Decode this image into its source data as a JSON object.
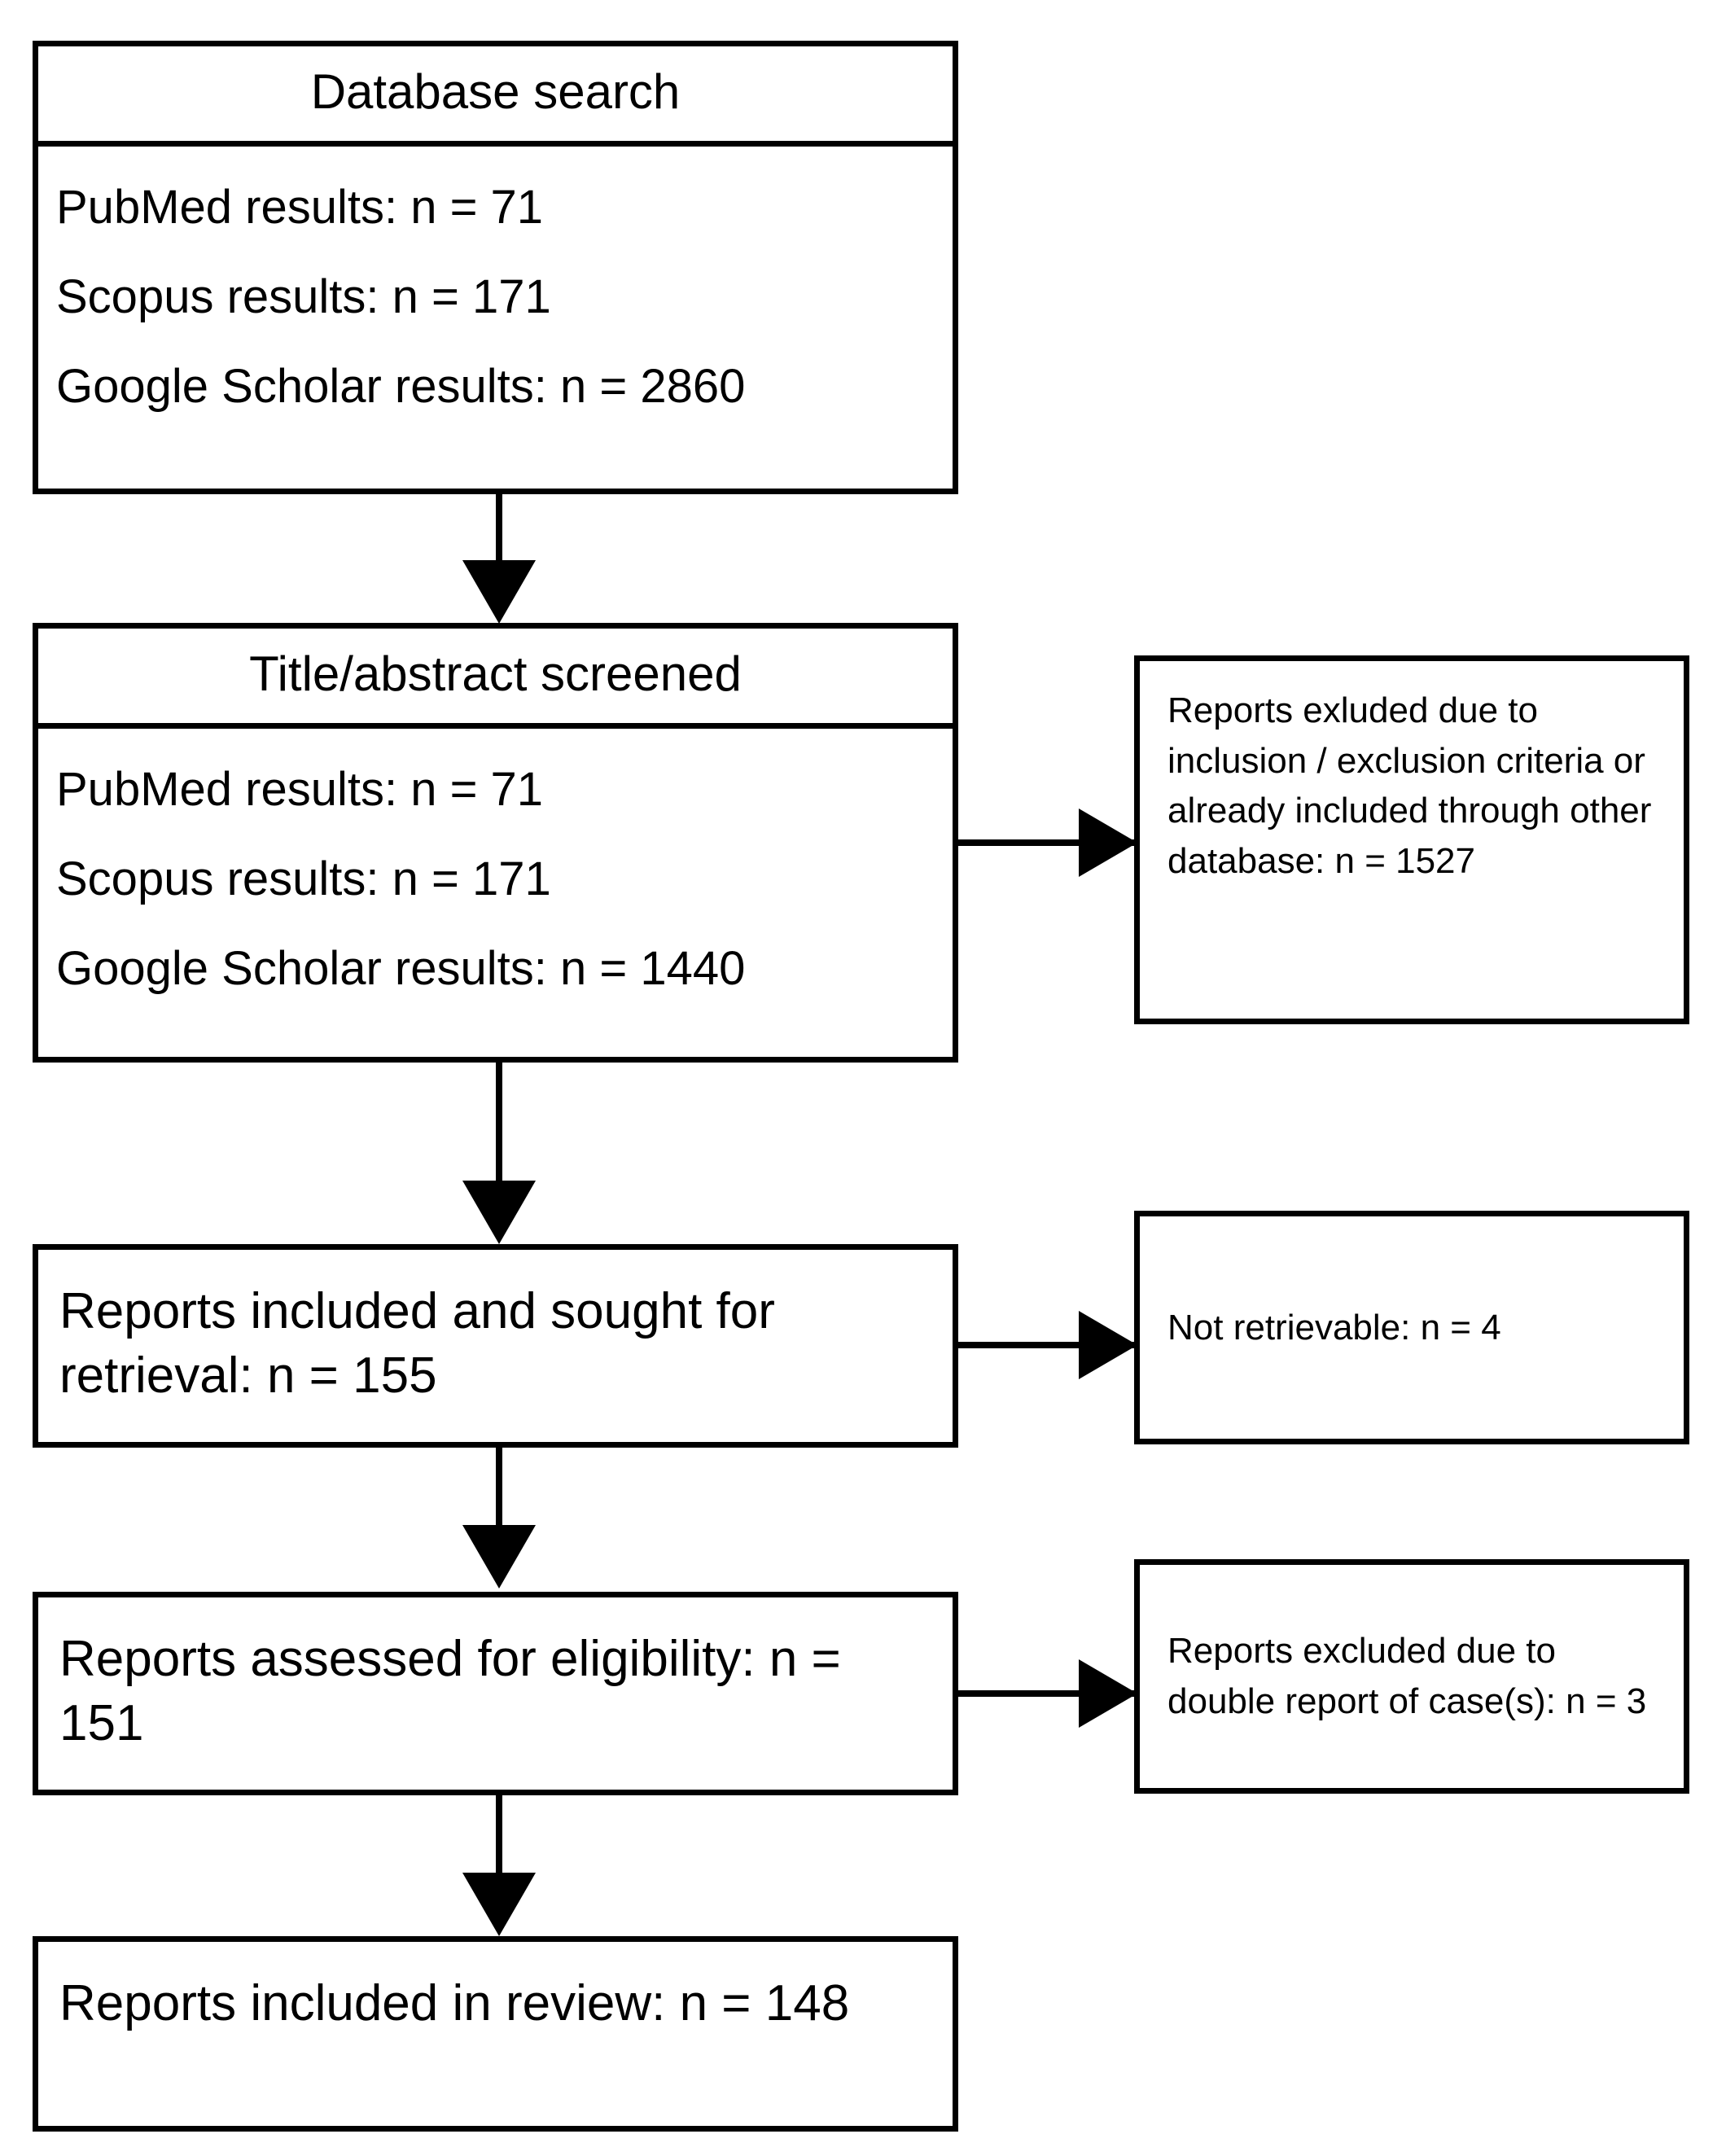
{
  "diagram": {
    "title": "PRISMA study selection flow diagram",
    "type": "flowchart",
    "colors": {
      "stroke": "#000000",
      "background": "#ffffff",
      "text": "#000000"
    }
  },
  "nodes": {
    "database_search": {
      "header": "Database search",
      "lines": [
        "PubMed results: n = 71",
        "Scopus results: n = 171",
        "Google Scholar results: n = 2860"
      ]
    },
    "title_abstract_screened": {
      "header": "Title/abstract screened",
      "lines": [
        "PubMed results: n = 71",
        "Scopus results: n = 171",
        "Google Scholar results: n = 1440"
      ]
    },
    "reports_sought": {
      "text": "Reports included and sought for retrieval: n = 155"
    },
    "reports_assessed": {
      "text": "Reports assessed for eligibility: n = 151"
    },
    "reports_included": {
      "text": "Reports included in review: n = 148"
    },
    "excluded_criteria": {
      "text": "Reports exluded due to inclusion / exclusion criteria or already included through other database:  n = 1527"
    },
    "not_retrievable": {
      "text": "Not retrievable: n = 4"
    },
    "excluded_double_report": {
      "text": "Reports excluded due to double report of case(s): n = 3"
    }
  },
  "chart_data": {
    "type": "flow",
    "title": "PRISMA study selection flow diagram",
    "stages": [
      {
        "id": "database_search",
        "label": "Database search",
        "items": [
          {
            "source": "PubMed",
            "n": 71
          },
          {
            "source": "Scopus",
            "n": 171
          },
          {
            "source": "Google Scholar",
            "n": 2860
          }
        ]
      },
      {
        "id": "title_abstract_screened",
        "label": "Title/abstract screened",
        "items": [
          {
            "source": "PubMed",
            "n": 71
          },
          {
            "source": "Scopus",
            "n": 171
          },
          {
            "source": "Google Scholar",
            "n": 1440
          }
        ]
      },
      {
        "id": "reports_sought",
        "label": "Reports included and sought for retrieval",
        "n": 155
      },
      {
        "id": "reports_assessed",
        "label": "Reports assessed for eligibility",
        "n": 151
      },
      {
        "id": "reports_included",
        "label": "Reports included in review",
        "n": 148
      }
    ],
    "exclusions": [
      {
        "id": "excluded_criteria",
        "from": "title_abstract_screened",
        "label": "Reports exluded due to inclusion / exclusion criteria or already included through other database",
        "n": 1527
      },
      {
        "id": "not_retrievable",
        "from": "reports_sought",
        "label": "Not retrievable",
        "n": 4
      },
      {
        "id": "excluded_double_report",
        "from": "reports_assessed",
        "label": "Reports excluded due to double report of case(s)",
        "n": 3
      }
    ],
    "edges": [
      {
        "from": "database_search",
        "to": "title_abstract_screened",
        "direction": "down"
      },
      {
        "from": "title_abstract_screened",
        "to": "excluded_criteria",
        "direction": "right"
      },
      {
        "from": "title_abstract_screened",
        "to": "reports_sought",
        "direction": "down"
      },
      {
        "from": "reports_sought",
        "to": "not_retrievable",
        "direction": "right"
      },
      {
        "from": "reports_sought",
        "to": "reports_assessed",
        "direction": "down"
      },
      {
        "from": "reports_assessed",
        "to": "excluded_double_report",
        "direction": "right"
      },
      {
        "from": "reports_assessed",
        "to": "reports_included",
        "direction": "down"
      }
    ]
  }
}
